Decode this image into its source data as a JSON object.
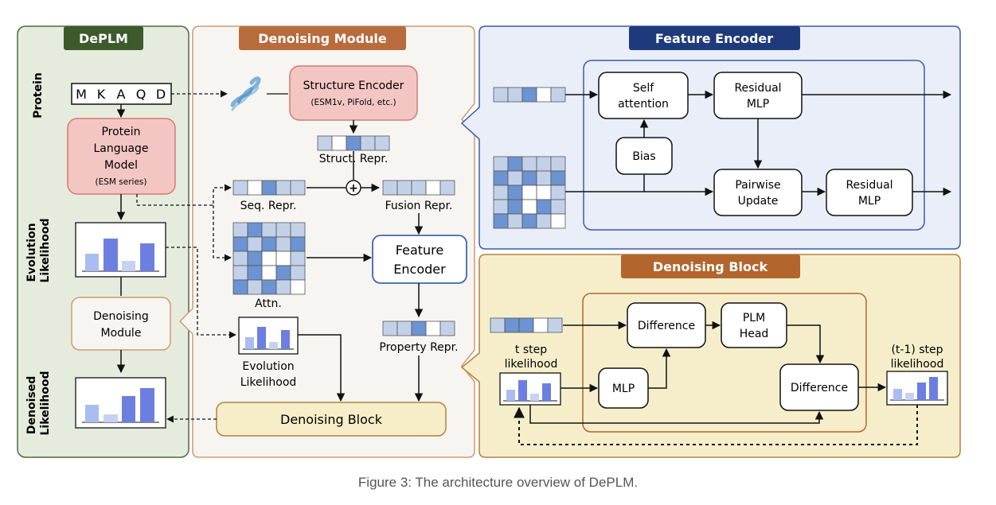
{
  "panels": {
    "deplm": "DePLM",
    "denoising_module": "Denoising Module",
    "feature_encoder": "Feature Encoder",
    "denoising_block": "Denoising Block"
  },
  "deplm": {
    "protein_label": "Protein",
    "sequence": [
      "M",
      "K",
      "A",
      "Q",
      "D"
    ],
    "plm_lines": [
      "Protein",
      "Language",
      "Model"
    ],
    "plm_sub": "(ESM series)",
    "evolution_label_1": "Evolution",
    "evolution_label_2": "Likelihood",
    "denoising_module_lines": [
      "Denoising",
      "Module"
    ],
    "denoised_label_1": "Denoised",
    "denoised_label_2": "Likelihood"
  },
  "module": {
    "structure_encoder": "Structure Encoder",
    "structure_encoder_sub": "(ESM1v, PiFold, etc.)",
    "struct_repr": "Struct. Repr.",
    "seq_repr": "Seq. Repr.",
    "fusion_repr": "Fusion Repr.",
    "attn": "Attn.",
    "feature_encoder_lines": [
      "Feature",
      "Encoder"
    ],
    "property_repr": "Property Repr.",
    "evolution_lines": [
      "Evolution",
      "Likelihood"
    ],
    "denoising_block": "Denoising Block",
    "plus": "+"
  },
  "encoder": {
    "self_attention": [
      "Self",
      "attention"
    ],
    "residual_mlp": [
      "Residual",
      "MLP"
    ],
    "bias": "Bias",
    "pairwise_update": [
      "Pairwise",
      "Update"
    ],
    "residual_mlp_2": [
      "Residual",
      "MLP"
    ]
  },
  "block": {
    "difference_1": "Difference",
    "plm_head": [
      "PLM",
      "Head"
    ],
    "t_step": [
      "t step",
      "likelihood"
    ],
    "mlp": "MLP",
    "difference_2": "Difference",
    "t1_step": [
      "(t-1) step",
      "likelihood"
    ]
  },
  "caption": "Figure 3: The architecture overview of DePLM.",
  "colors": {
    "green_panel_bg": "#e6ecdd",
    "green_panel_border": "#4d6b3a",
    "green_title": "#3c5a2c",
    "module_bg": "#f7f5f1",
    "module_border": "#d19a72",
    "brown_title": "#b86b3c",
    "encoder_bg": "#e9eef9",
    "encoder_border": "#3a5ba8",
    "navy_title": "#1f3a7a",
    "block_bg": "#f6eecb",
    "block_border": "#b3823f",
    "pink_box": "#f3c6c3",
    "pink_border": "#d07b73",
    "blue_box_border": "#3b67b5",
    "cream_box": "#f7edc9",
    "cell_blue": "#6c93d2",
    "cell_light": "#c3d1e8",
    "bar_light": "#a9bdf0",
    "bar_dark": "#6c7fe0"
  }
}
